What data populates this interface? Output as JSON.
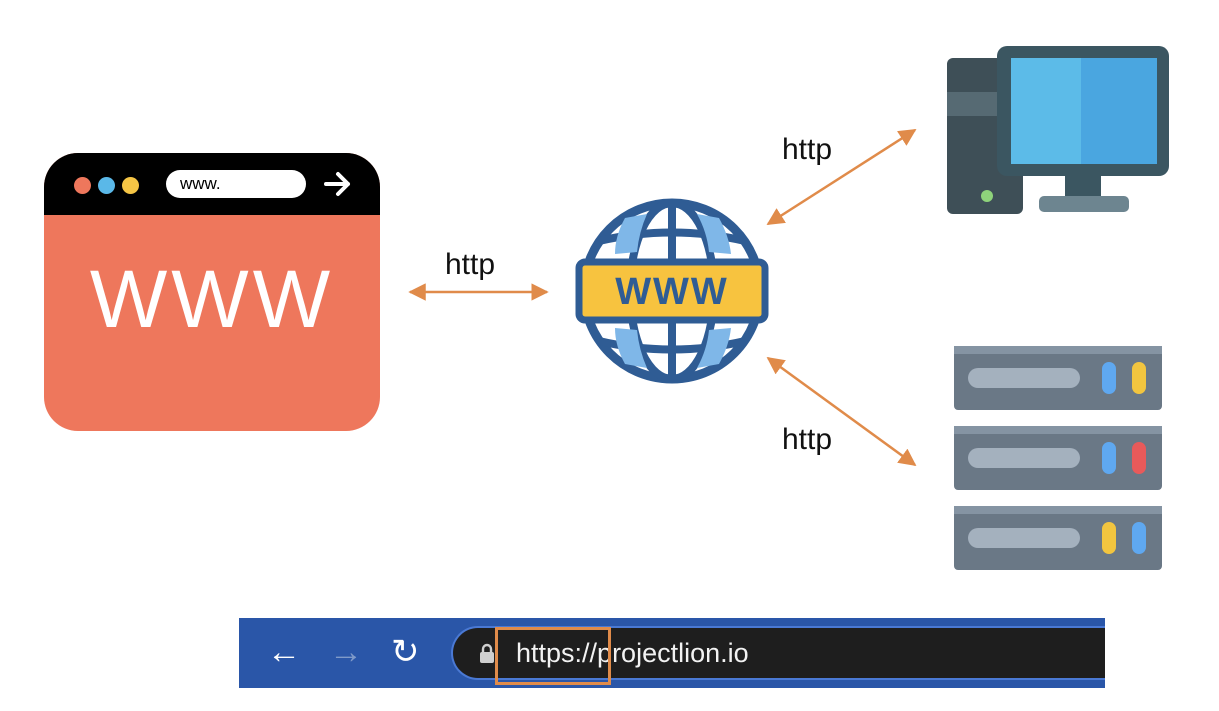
{
  "browser_icon": {
    "url_text": "www.",
    "main_text": "WWW",
    "arrow": "→"
  },
  "globe_icon": {
    "label": "WWW"
  },
  "connections": {
    "client_label": "http",
    "computer_label": "http",
    "server_label": "http"
  },
  "address_bar": {
    "back": "←",
    "forward": "→",
    "reload": "↻",
    "scheme": "https://",
    "rest": "projectlion.io"
  },
  "colors": {
    "browser_body": "#ee775c",
    "globe_blue": "#2f5c94",
    "globe_band": "#f7c33f",
    "arrow": "#e08b4a",
    "address_bar": "#2a56a8"
  }
}
